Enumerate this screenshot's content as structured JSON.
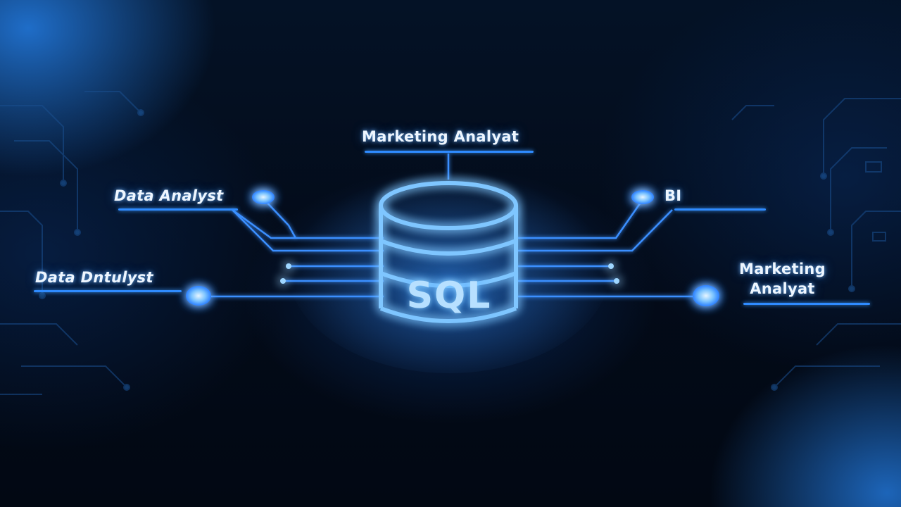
{
  "diagram": {
    "center": {
      "label": "SQL"
    },
    "nodes": [
      {
        "id": "top",
        "label": "Marketing Analyat"
      },
      {
        "id": "left-upper",
        "label": "Data Analyst"
      },
      {
        "id": "left-lower",
        "label": "Data Dntulyst"
      },
      {
        "id": "right-upper",
        "label": "BI"
      },
      {
        "id": "right-lower",
        "label_line1": "Marketing",
        "label_line2": "Analyat"
      }
    ]
  },
  "colors": {
    "background": "#020814",
    "glow_blue": "#2f8bff",
    "line_blue": "#3b8fff",
    "node_fill": "#8fd0ff"
  }
}
